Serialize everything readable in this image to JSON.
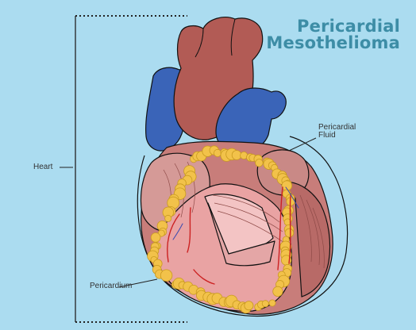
{
  "title": {
    "line1": "Pericardial",
    "line2": "Mesothelioma"
  },
  "labels": {
    "heart": "Heart",
    "fluid_line1": "Pericardial",
    "fluid_line2": "Fluid",
    "pericardium": "Pericardium"
  },
  "colors": {
    "background": "#abdcf0",
    "title": "#3d8da6",
    "label_text": "#333333",
    "aorta": "#b25b55",
    "vena_cava": "#3a64b8",
    "myocardium": "#c87d7a",
    "myocardium_light": "#e9a3a3",
    "ventricle_inner": "#f3c4c4",
    "tumor": "#f2c24a",
    "tumor_edge": "#c99a20",
    "vessel_red": "#cc2222",
    "outline": "#111111"
  },
  "icons": [
    "heart-illustration"
  ]
}
